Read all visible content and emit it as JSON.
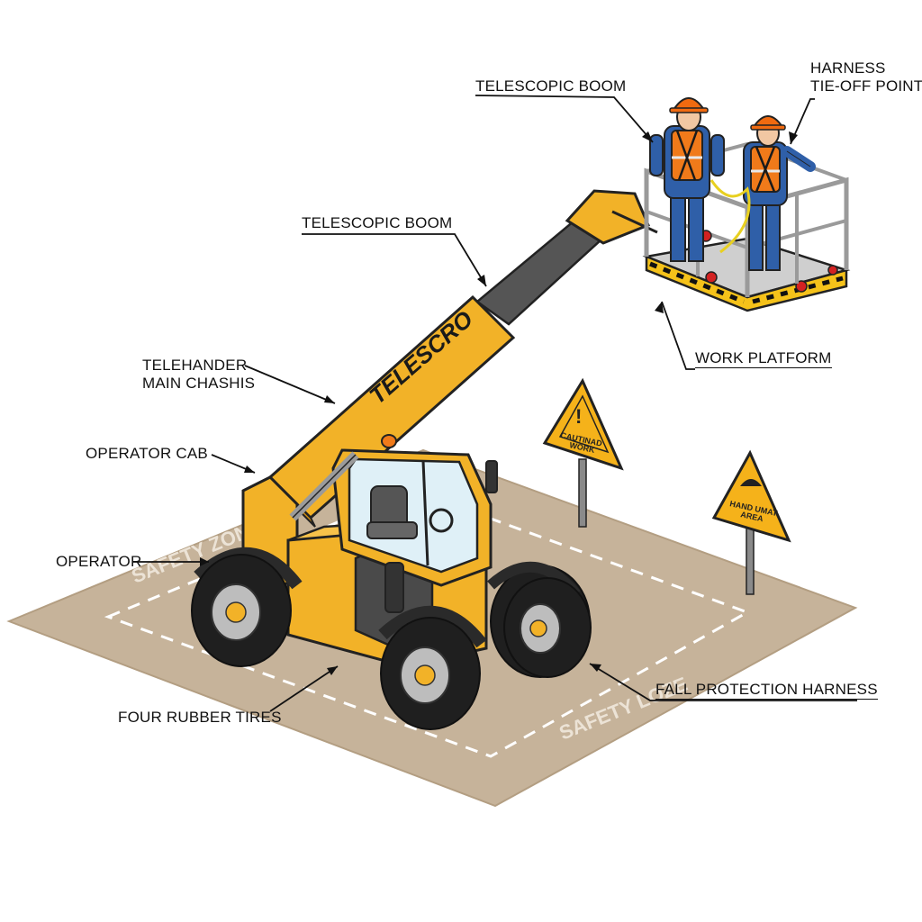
{
  "labels": {
    "telescopic_boom_top": "TELESCOPIC BOOM",
    "harness_line1": "HARNESS",
    "harness_line2": "TIE-OFF POINT",
    "telescopic_boom_mid": "TELESCOPIC BOOM",
    "work_platform": "WORK PLATFORM",
    "chassis_line1": "TELEHANDER",
    "chassis_line2": "MAIN CHASHIS",
    "operator_cab": "OPERATOR CAB",
    "operator": "OPERATOR",
    "fall_protection": "FALL PROTECTION HARNESS",
    "four_tires": "FOUR RUBBER TIRES"
  },
  "machine": {
    "brand_text": "TELESCRO"
  },
  "ground": {
    "zone_text_left": "SAFETY ZONE",
    "zone_text_right": "SAFETY LOZE"
  },
  "signs": {
    "sign1_line1": "CAUTINAD",
    "sign1_line2": "WORK",
    "sign2_line1": "HAND UMAT",
    "sign2_line2": "AREA"
  },
  "colors": {
    "machine_yellow": "#f2b228",
    "machine_dark_yellow": "#c98a12",
    "ground": "#c6b39a",
    "tire": "#1f1f1f",
    "worker_blue": "#2f5fa8",
    "vest_orange": "#f07a1a",
    "helmet_orange": "#f06a10"
  }
}
